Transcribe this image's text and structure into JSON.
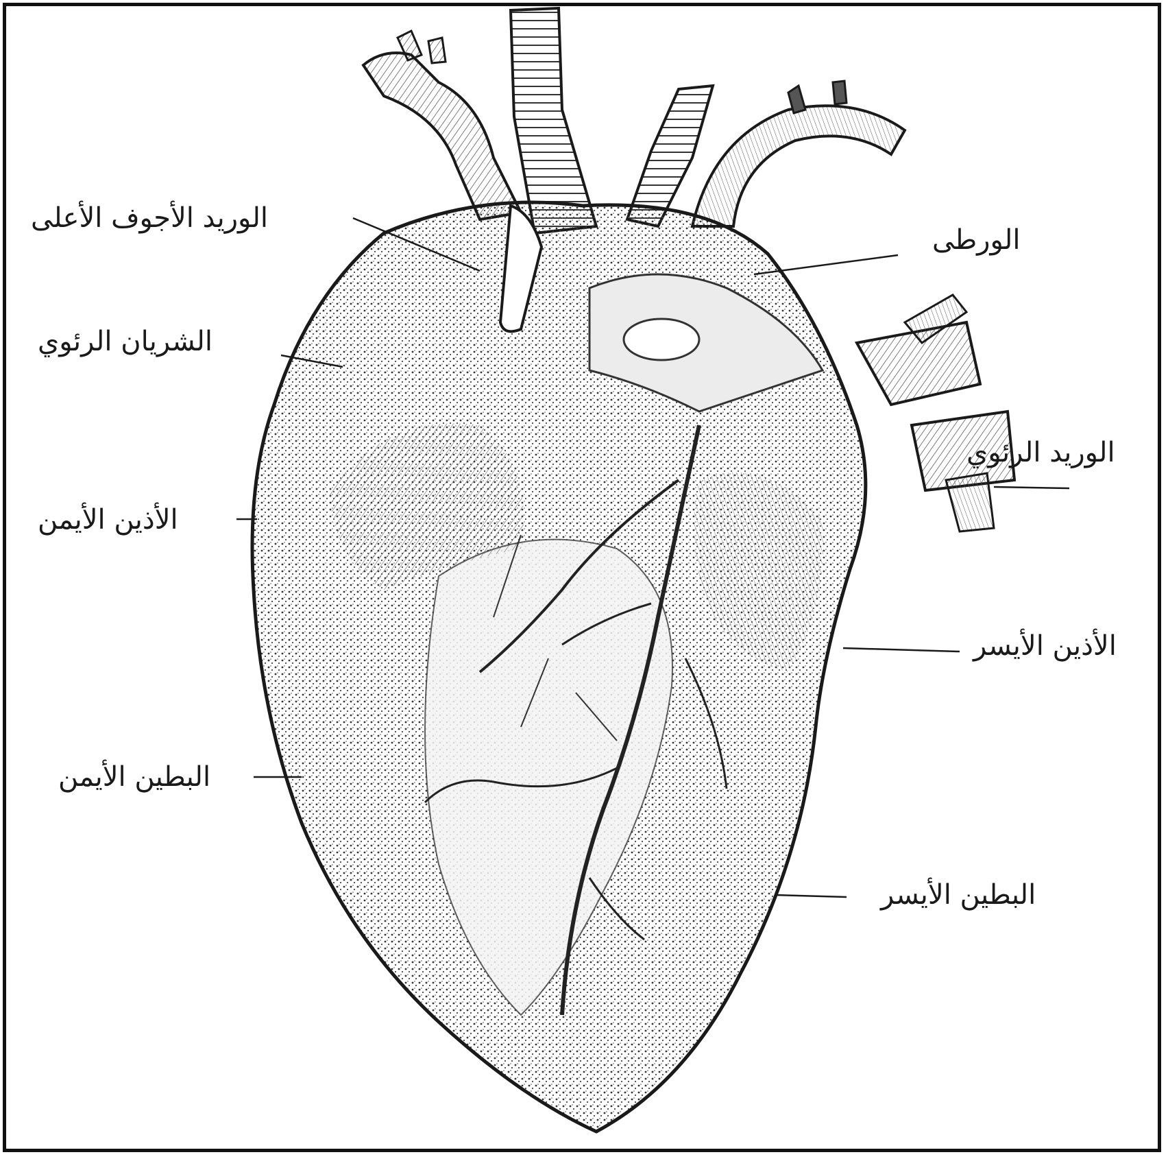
{
  "diagram": {
    "labels": {
      "superior_vena_cava": "الوريد الأجوف الأعلى",
      "pulmonary_artery": "الشريان الرئوي",
      "right_atrium": "الأذين الأيمن",
      "right_ventricle": "البطين الأيمن",
      "aorta": "الورطى",
      "pulmonary_vein": "الوريد الرئوي",
      "left_atrium": "الأذين الأيسر",
      "left_ventricle": "البطين الأيسر"
    },
    "colors": {
      "ink": "#1a1a1a",
      "shade": "#6b6b6b",
      "paper": "#ffffff"
    }
  }
}
